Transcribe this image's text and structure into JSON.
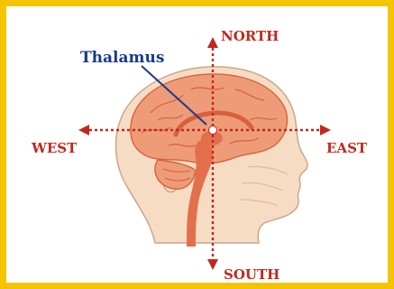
{
  "diagram": {
    "labels": {
      "thalamus": "Thalamus",
      "north": "NORTH",
      "south": "SOUTH",
      "east": "EAST",
      "west": "WEST"
    },
    "colors": {
      "border": "#f5c400",
      "axis": "#c0281e",
      "label": "#c0281e",
      "callout": "#1b3a8c",
      "skin": "#f7dcc4",
      "skin_outline": "#c9a78d",
      "brain": "#ee9b78",
      "brain_dark": "#d8603c",
      "brainstem": "#e36f4c"
    }
  }
}
